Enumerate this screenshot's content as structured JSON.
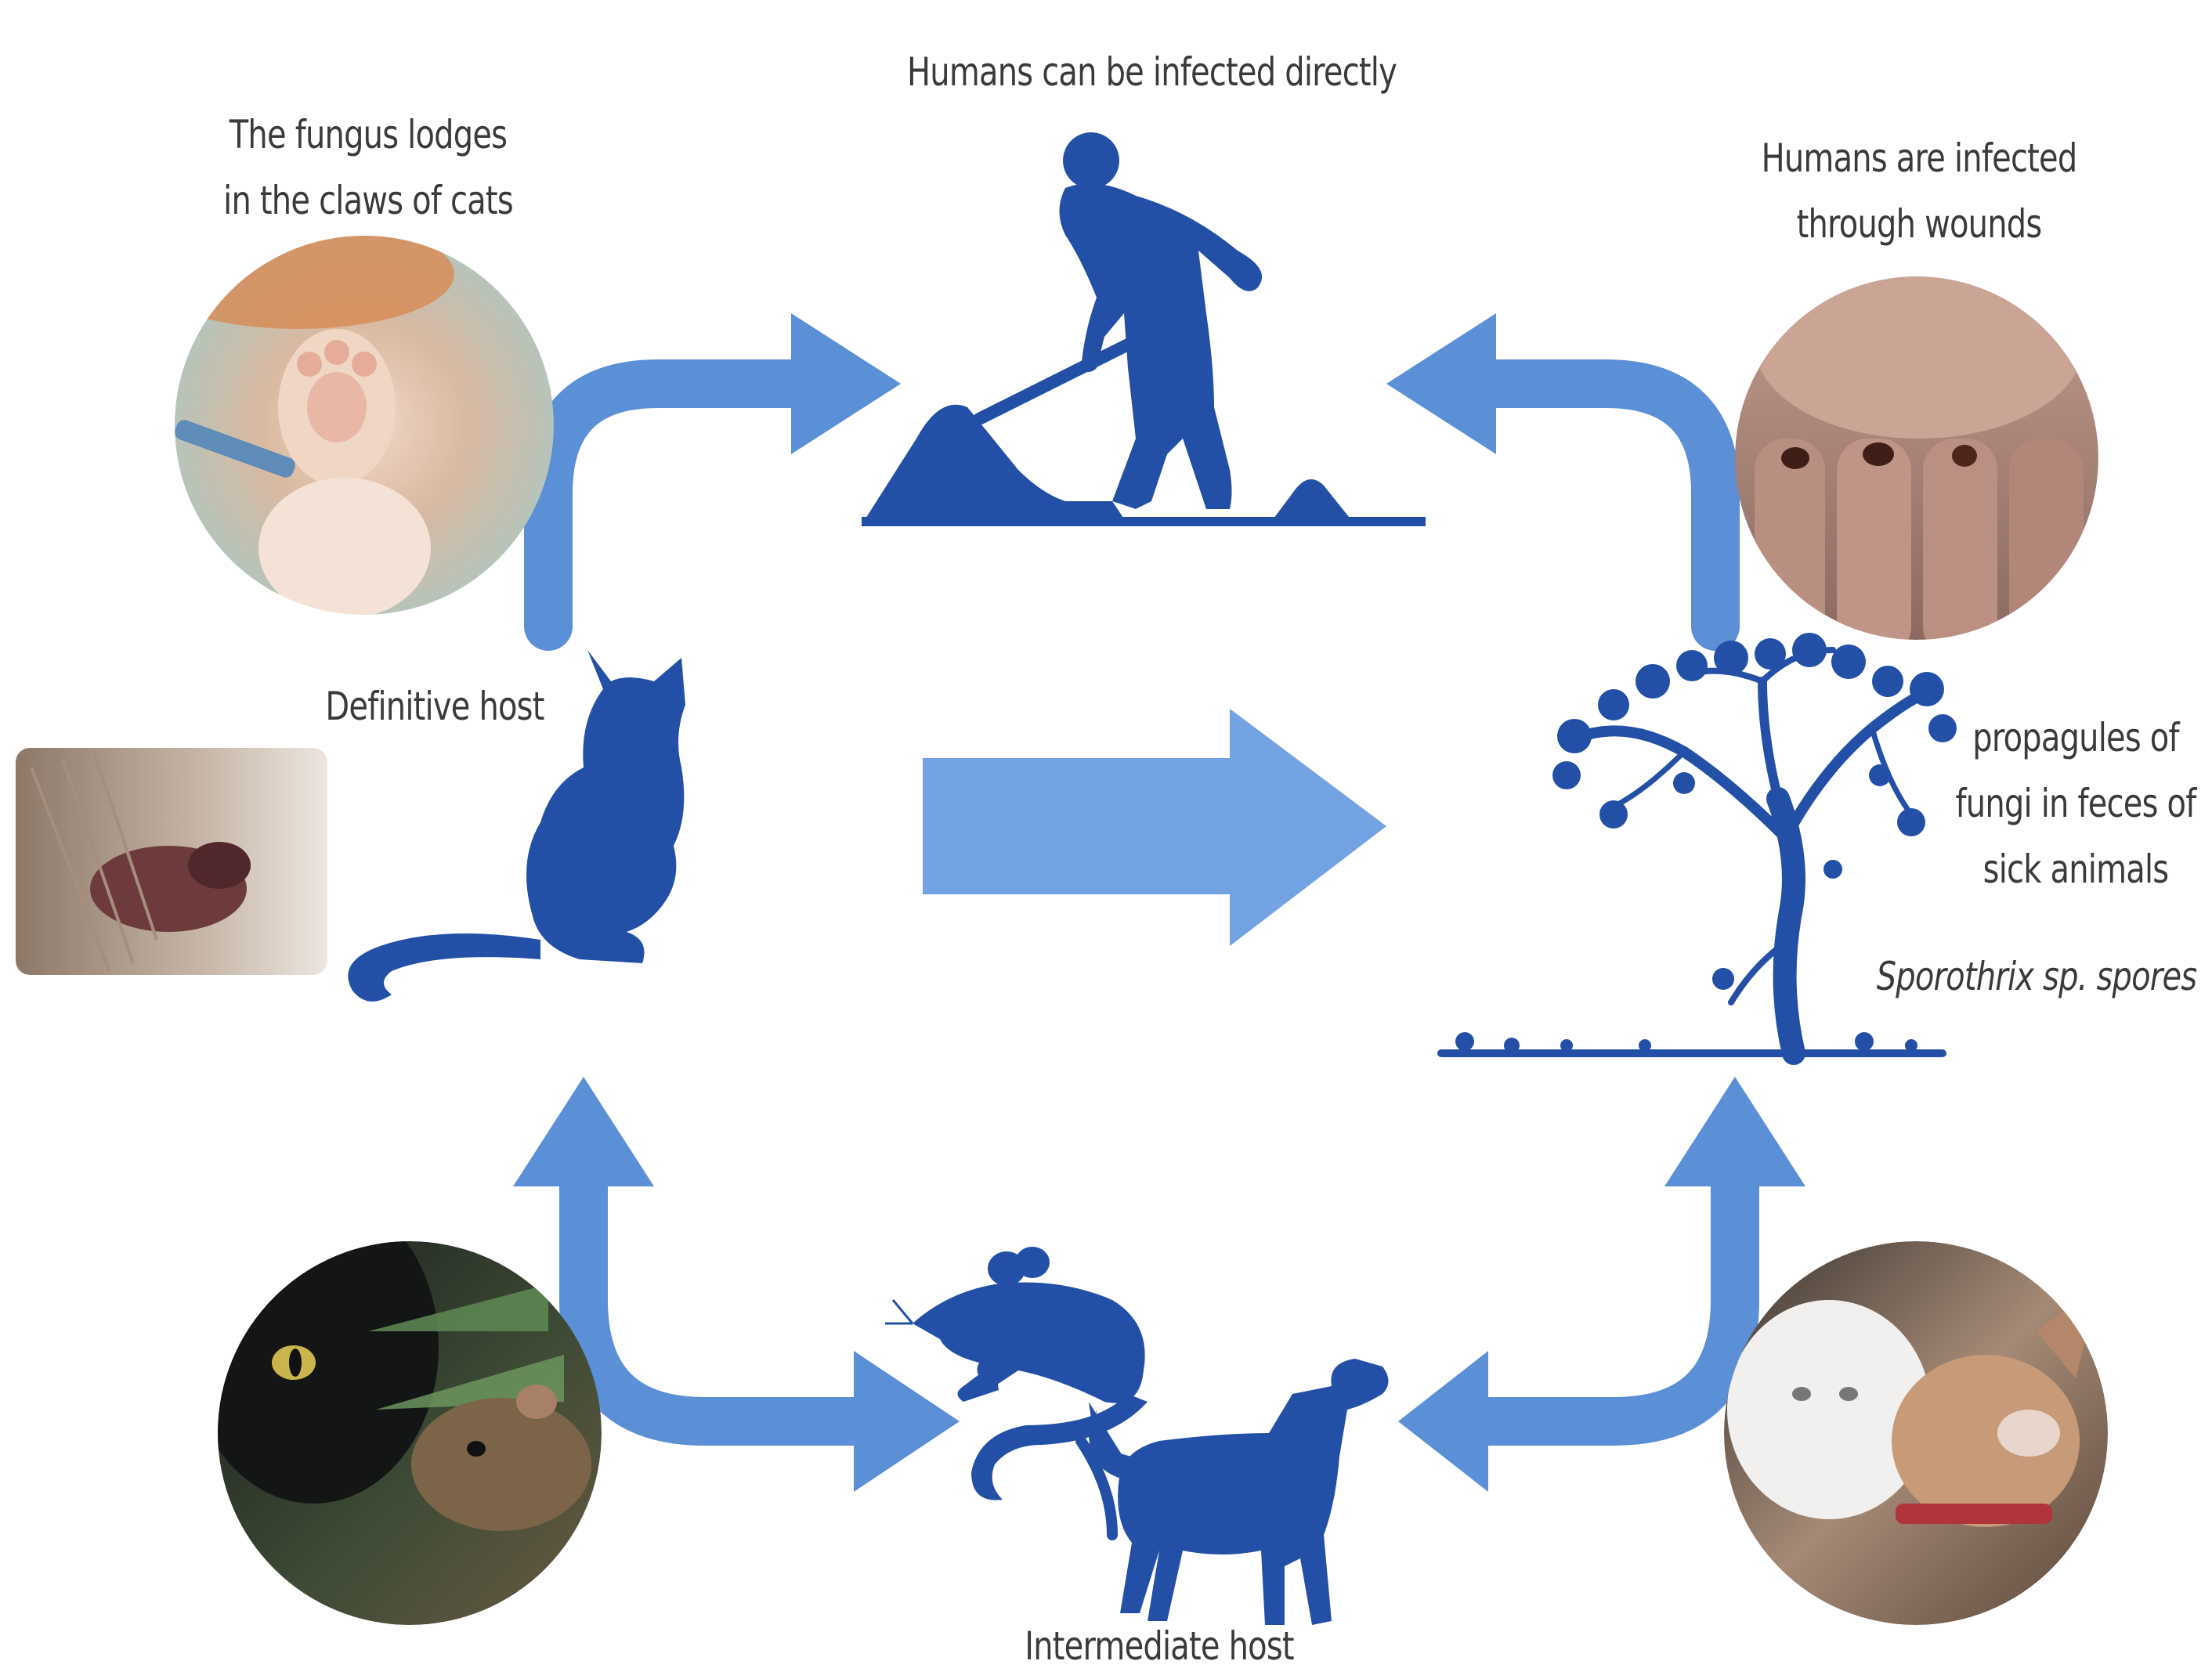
{
  "colors": {
    "silhouette": "#2350a6",
    "arrow": "#5b8fd6",
    "arrow_center": "#72a2e2",
    "text": "#3a3a3a"
  },
  "labels": {
    "humans_direct": "Humans can be infected directly",
    "claws": [
      "The fungus lodges",
      "in the claws of cats"
    ],
    "wounds": [
      "Humans are infected",
      "through wounds"
    ],
    "definitive_host": "Definitive host",
    "propagules": [
      "propagules of",
      "fungi in feces of",
      "sick animals"
    ],
    "spores": "Sporothrix sp. spores",
    "intermediate_host": "Intermediate host"
  },
  "icons": {
    "digger": "person-digging-icon",
    "cat": "cat-icon",
    "tree": "tree-icon",
    "rat": "rat-icon",
    "dog": "dog-icon"
  },
  "photos": {
    "cat_paw": "cat-paw-photo",
    "hand_wounds": "hand-wounds-photo",
    "cat_lesion": "cat-skin-lesion-photo",
    "cat_rat": "cat-and-rat-photo",
    "kitten_dog": "kitten-and-dog-photo"
  }
}
